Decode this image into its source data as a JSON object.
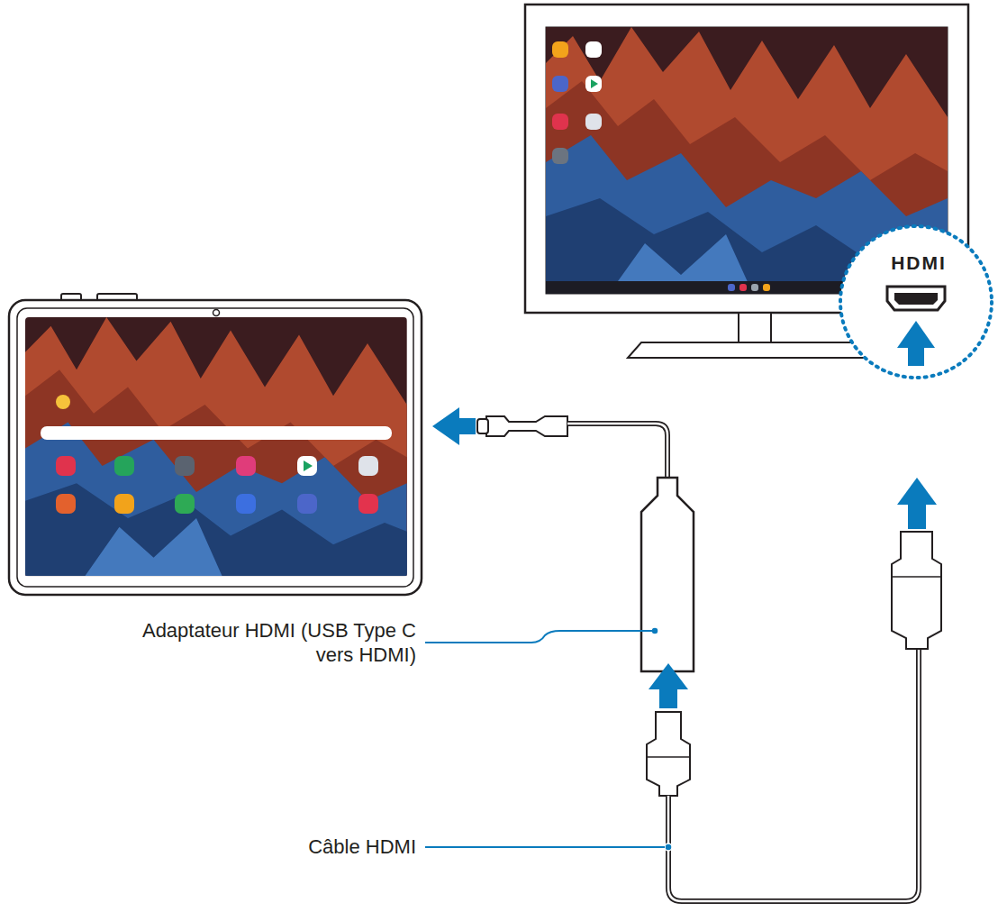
{
  "diagram": {
    "labels": [
      "Adaptateur HDMI (USB Type C vers HDMI)",
      "Câble HDMI",
      "HDMI"
    ]
  }
}
